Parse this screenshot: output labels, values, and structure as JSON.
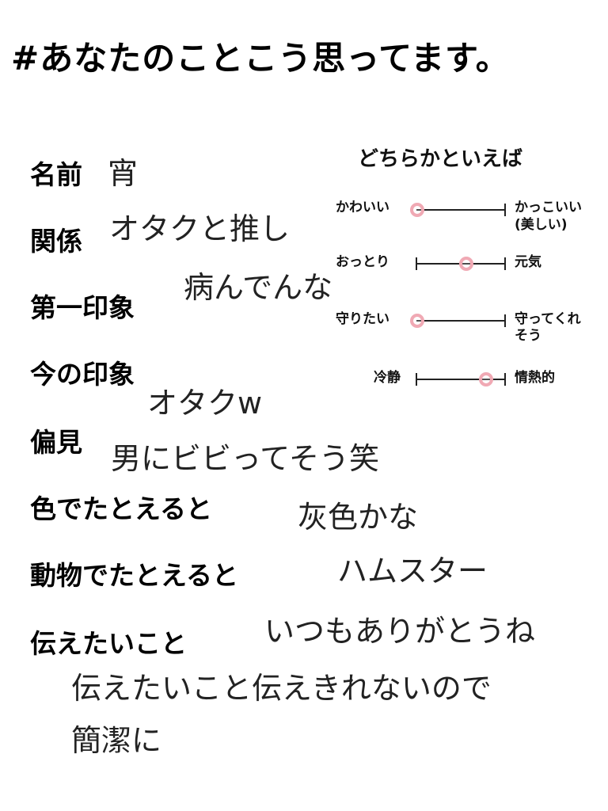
{
  "title": "#あなたのことこう思ってます。",
  "fields": [
    {
      "label": "名前",
      "value": "宵"
    },
    {
      "label": "関係",
      "value": "オタクと推し"
    },
    {
      "label": "第一印象",
      "value": "病んでんな"
    },
    {
      "label": "今の印象",
      "value": "オタクw"
    },
    {
      "label": "偏見",
      "value": "男にビビってそう笑"
    },
    {
      "label": "色でたとえると",
      "value": "灰色かな"
    },
    {
      "label": "動物でたとえると",
      "value": "ハムスター"
    },
    {
      "label": "伝えたいこと",
      "value": "いつもありがとうね"
    }
  ],
  "message_lines": [
    "伝えたいこと伝えきれないので",
    "簡潔に"
  ],
  "scales": {
    "heading": "どちらかといえば",
    "items": [
      {
        "left": "かわいい",
        "right_line1": "かっこいい",
        "right_line2": "(美しい)",
        "level": 0.0
      },
      {
        "left": "おっとり",
        "right_line1": "元気",
        "right_line2": "",
        "level": 0.55
      },
      {
        "left": "守りたい",
        "right_line1": "守ってくれ",
        "right_line2": "そう",
        "level": 0.0
      },
      {
        "left": "冷静",
        "right_line1": "情熱的",
        "right_line2": "",
        "level": 0.78
      }
    ]
  },
  "colors": {
    "marker": "#f0a9b4",
    "ink": "#111111"
  }
}
